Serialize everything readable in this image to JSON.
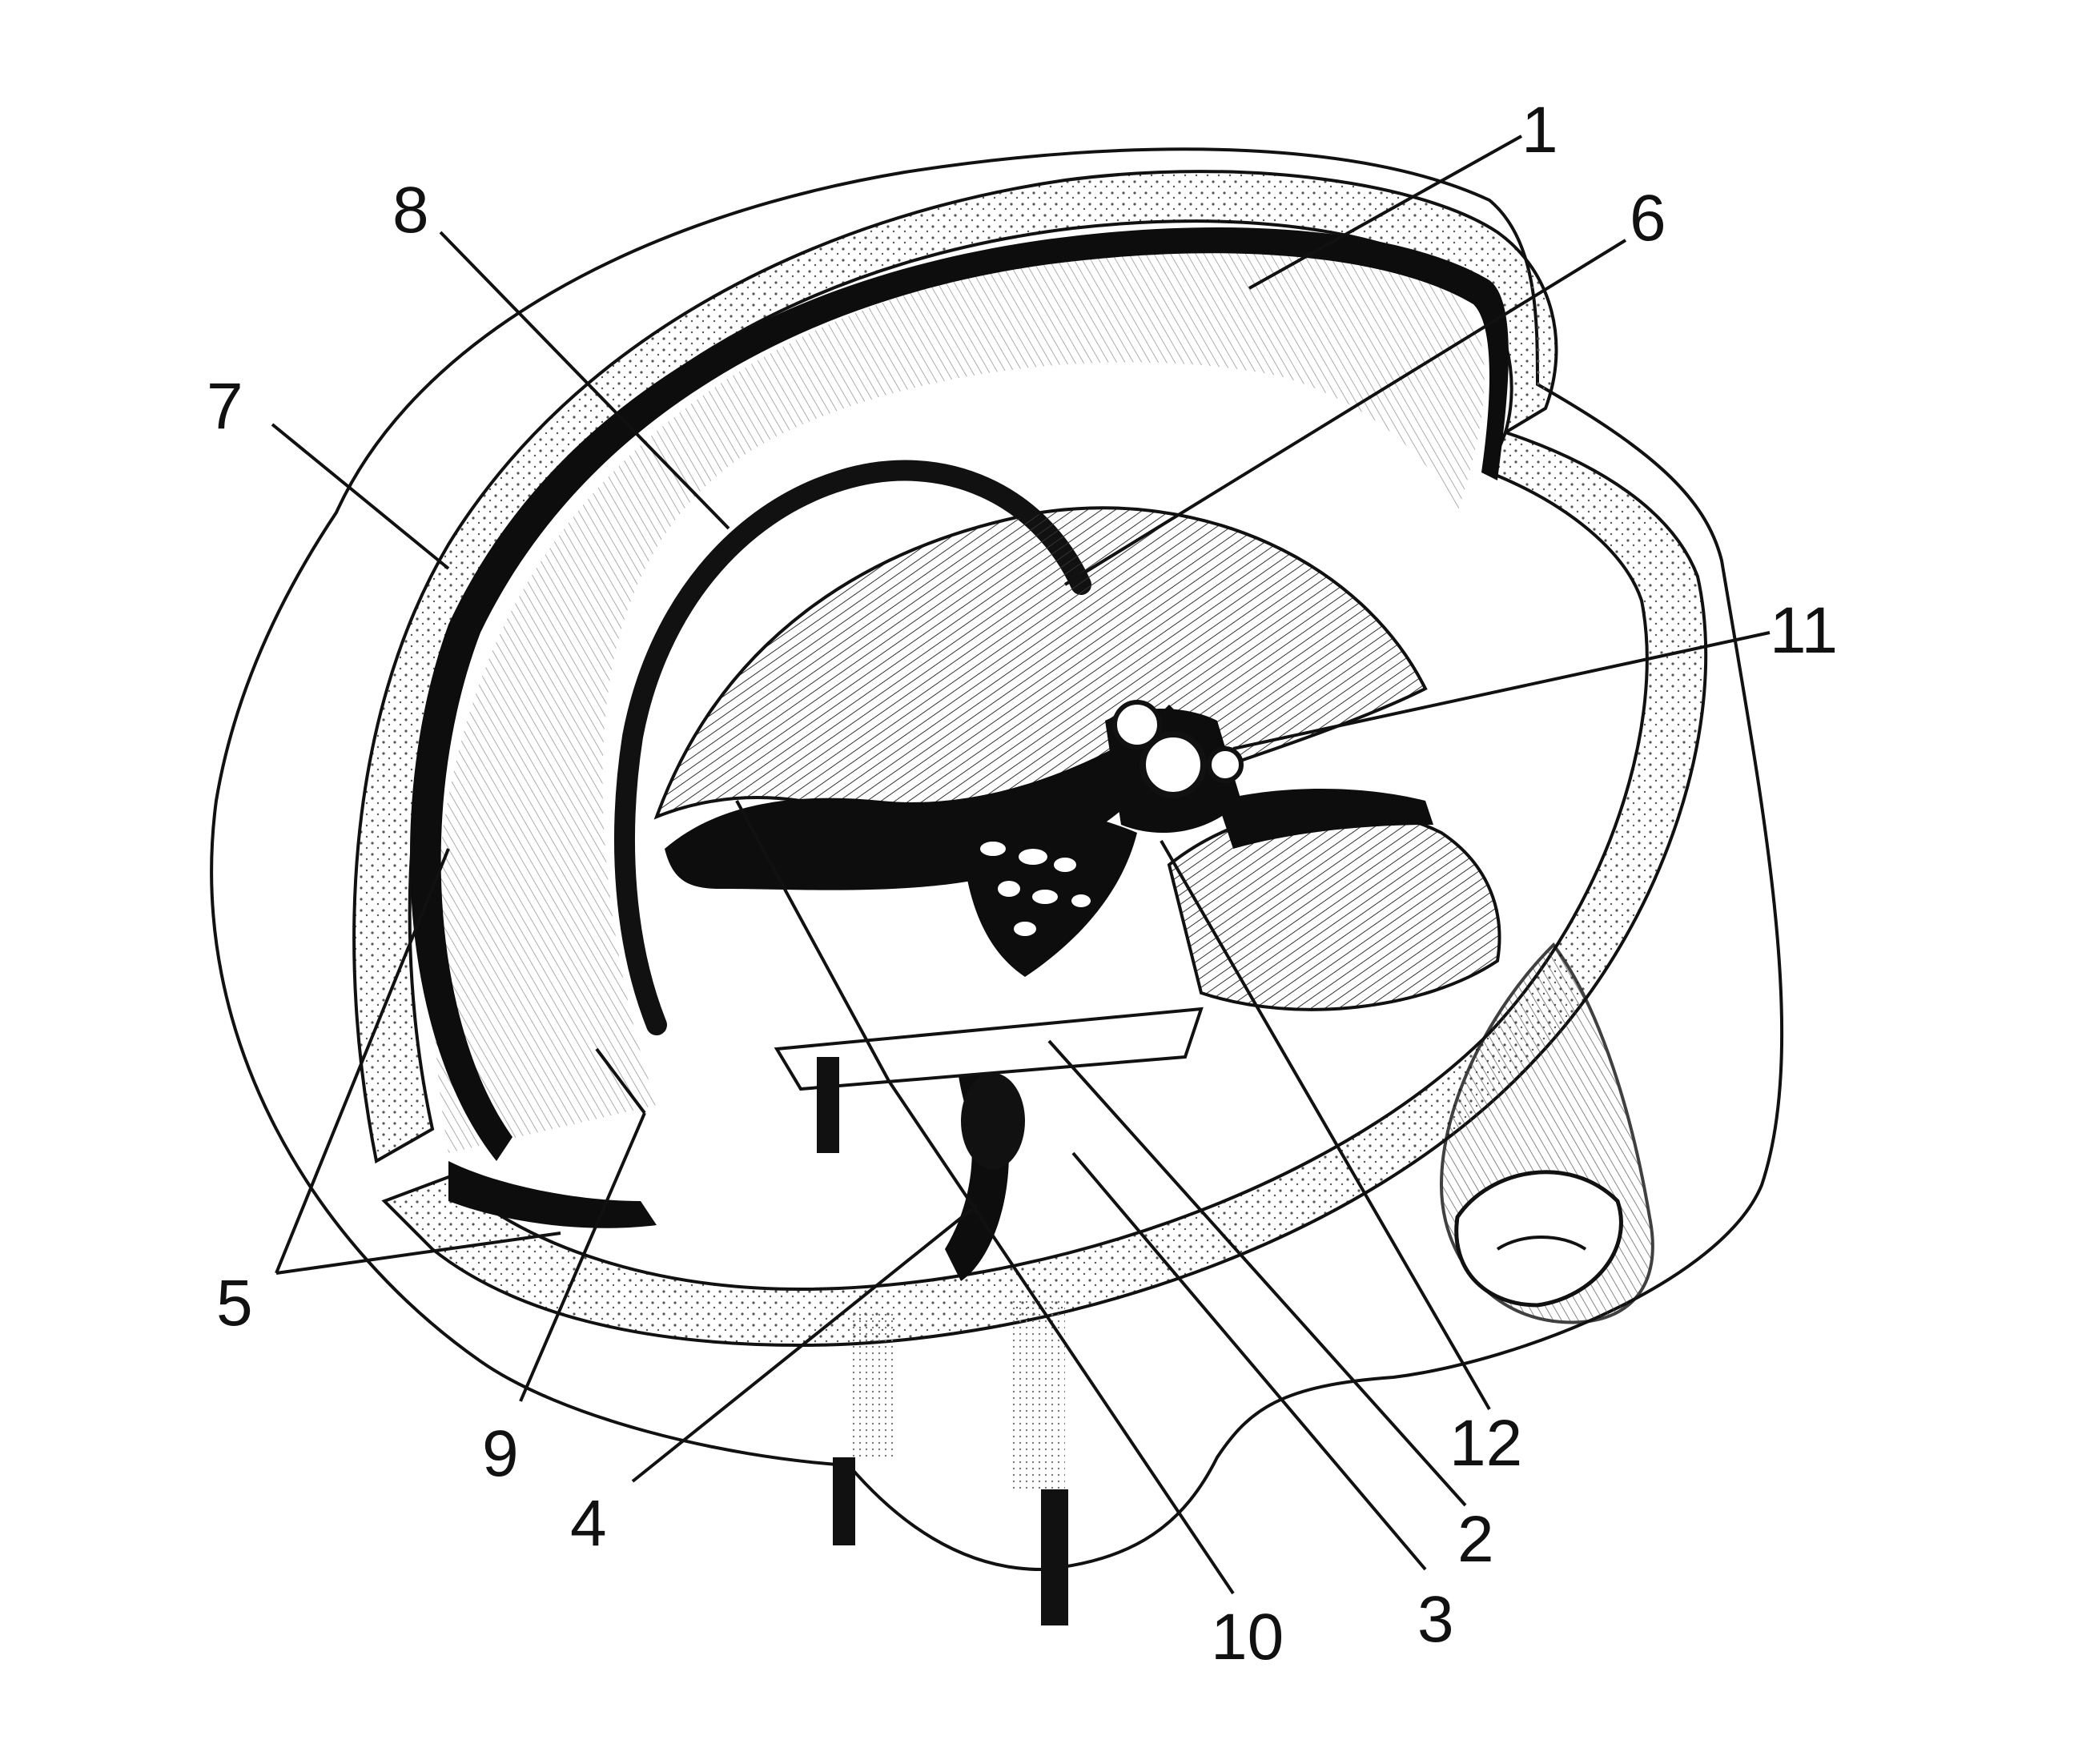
{
  "colors": {
    "ink": "#111111",
    "paper": "#ffffff",
    "bone_stipple": "#555555",
    "membrane_shade": "#dcdcdc"
  },
  "labels": [
    {
      "id": "1",
      "text": "1"
    },
    {
      "id": "2",
      "text": "2"
    },
    {
      "id": "3",
      "text": "3"
    },
    {
      "id": "4",
      "text": "4"
    },
    {
      "id": "5",
      "text": "5"
    },
    {
      "id": "6",
      "text": "6"
    },
    {
      "id": "7",
      "text": "7"
    },
    {
      "id": "8",
      "text": "8"
    },
    {
      "id": "9",
      "text": "9"
    },
    {
      "id": "10",
      "text": "10"
    },
    {
      "id": "11",
      "text": "11"
    },
    {
      "id": "12",
      "text": "12"
    }
  ]
}
